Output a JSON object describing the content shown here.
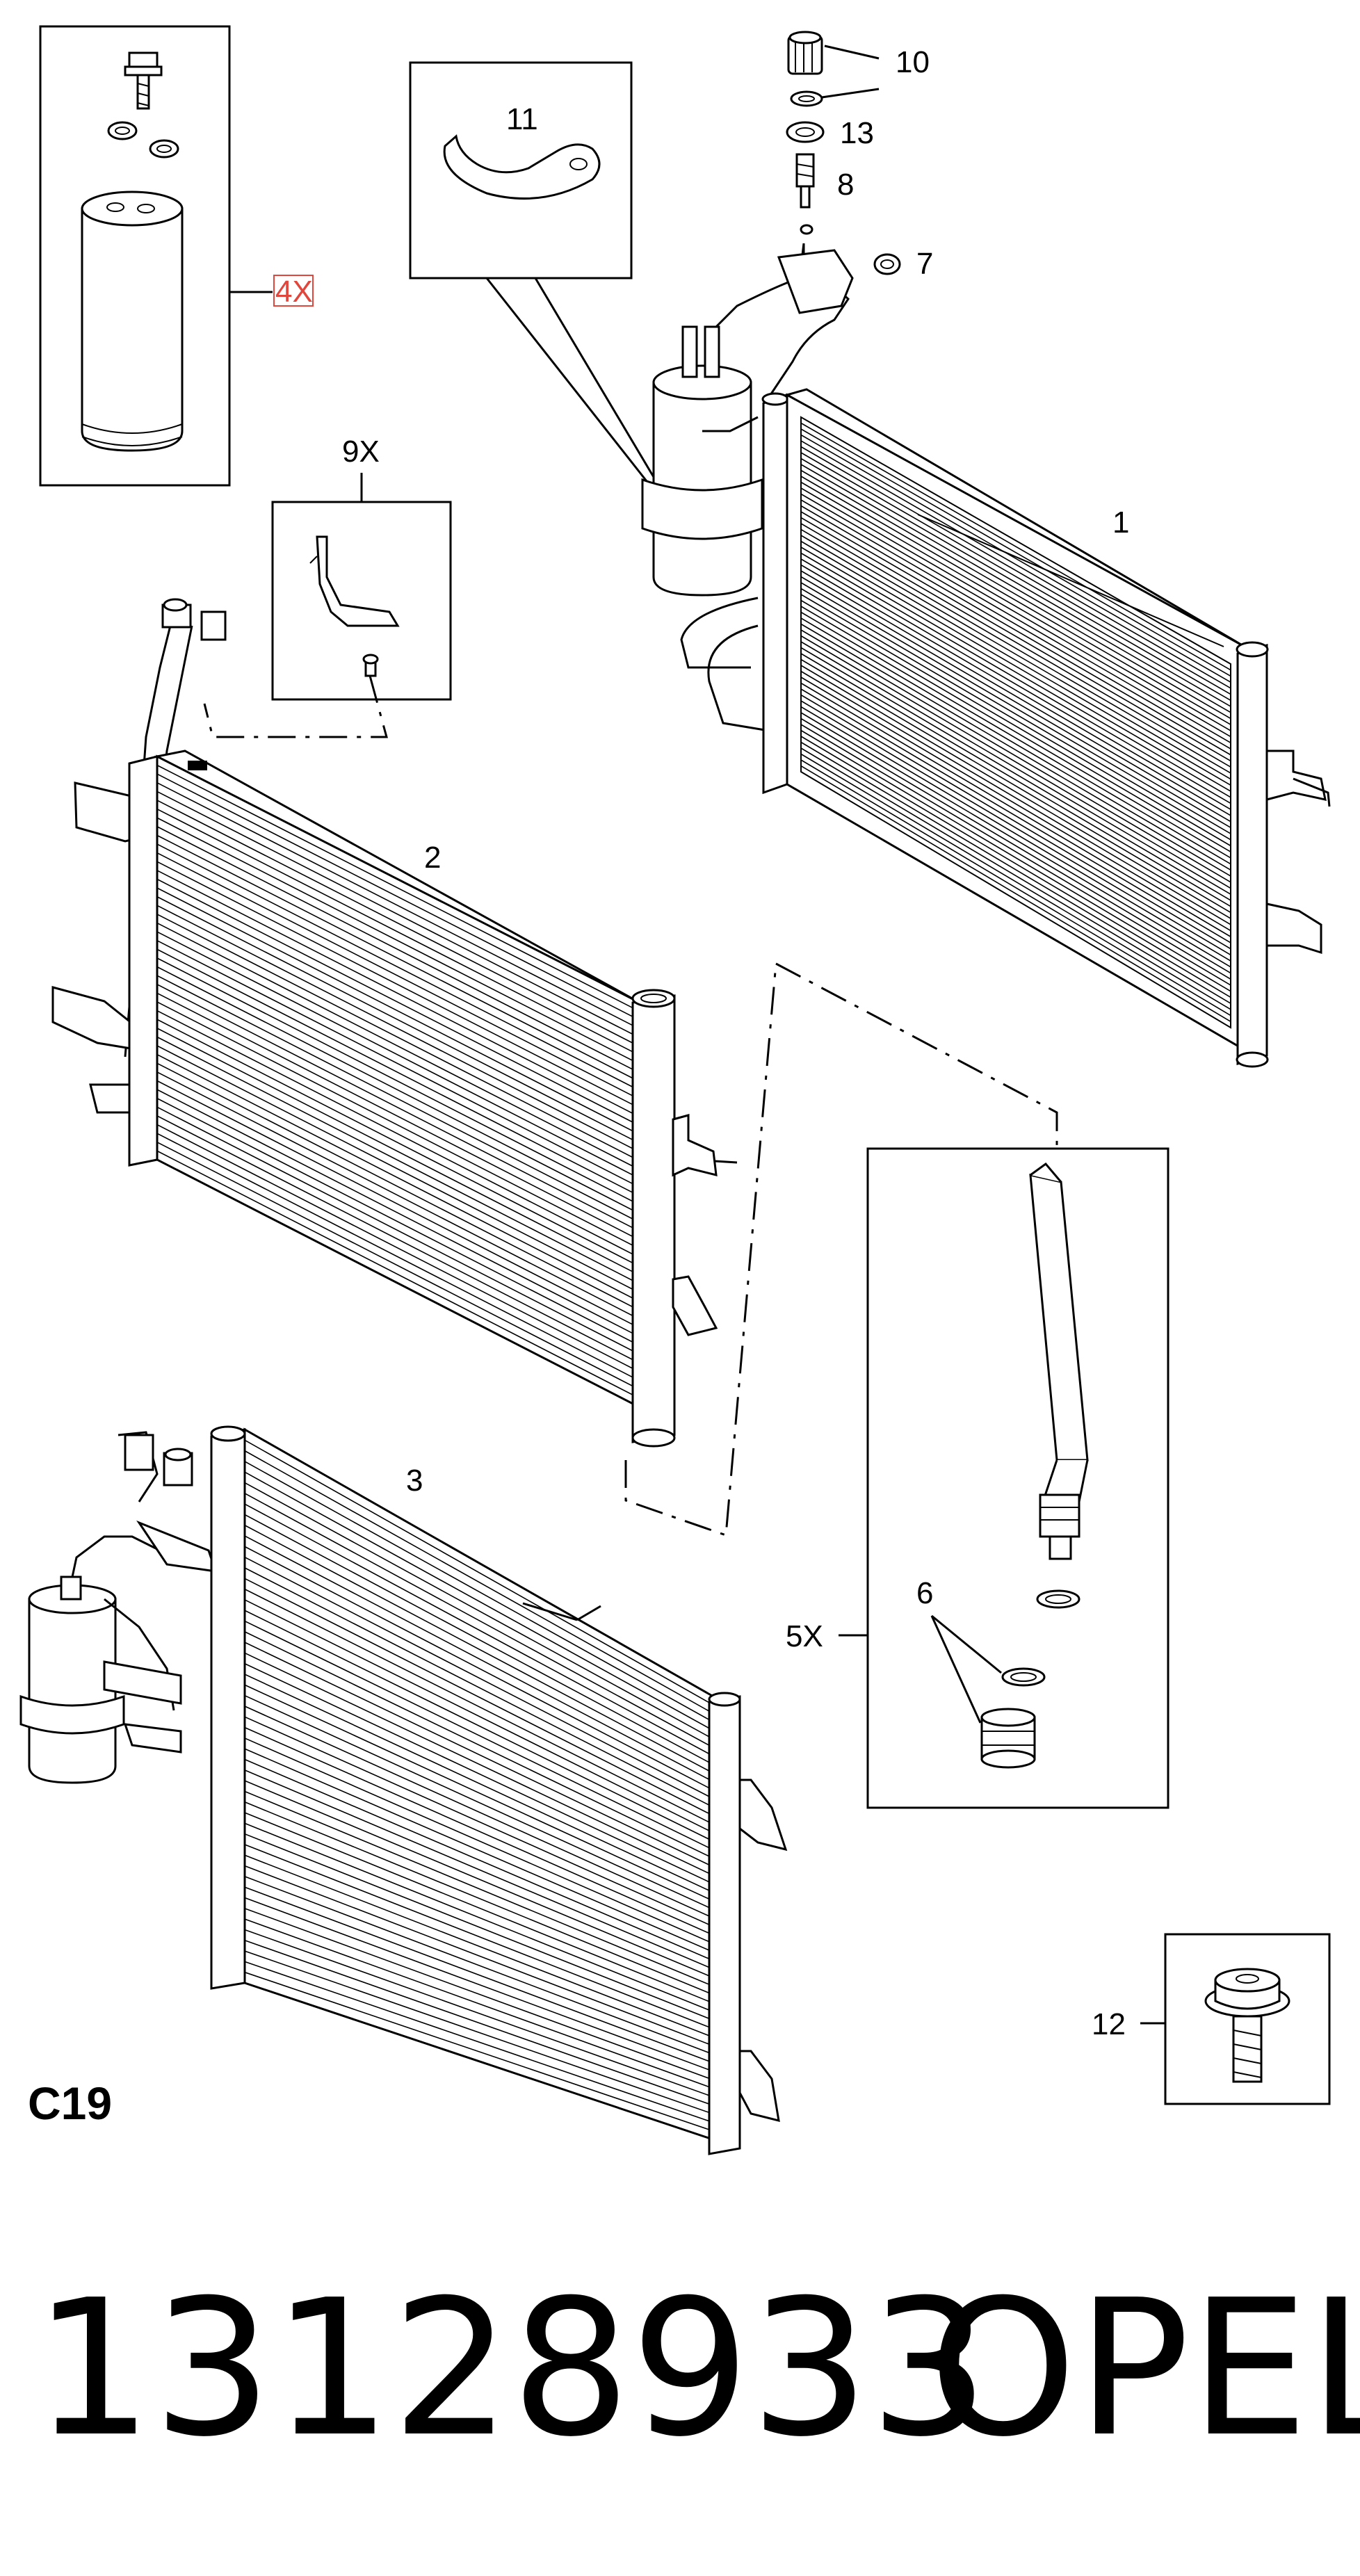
{
  "callouts": {
    "part1": "1",
    "part2": "2",
    "part3": "3",
    "qty_box_top": "4X",
    "qty_5": "5X",
    "part6": "6",
    "part7": "7",
    "part8": "8",
    "qty_9": "9X",
    "part10": "10",
    "part11": "11",
    "part12": "12",
    "part13": "13"
  },
  "engine_code": "C19",
  "part_number": "13128933",
  "brand": "OPEL",
  "colors": {
    "highlight": "#e0463c",
    "ink": "#000000"
  }
}
